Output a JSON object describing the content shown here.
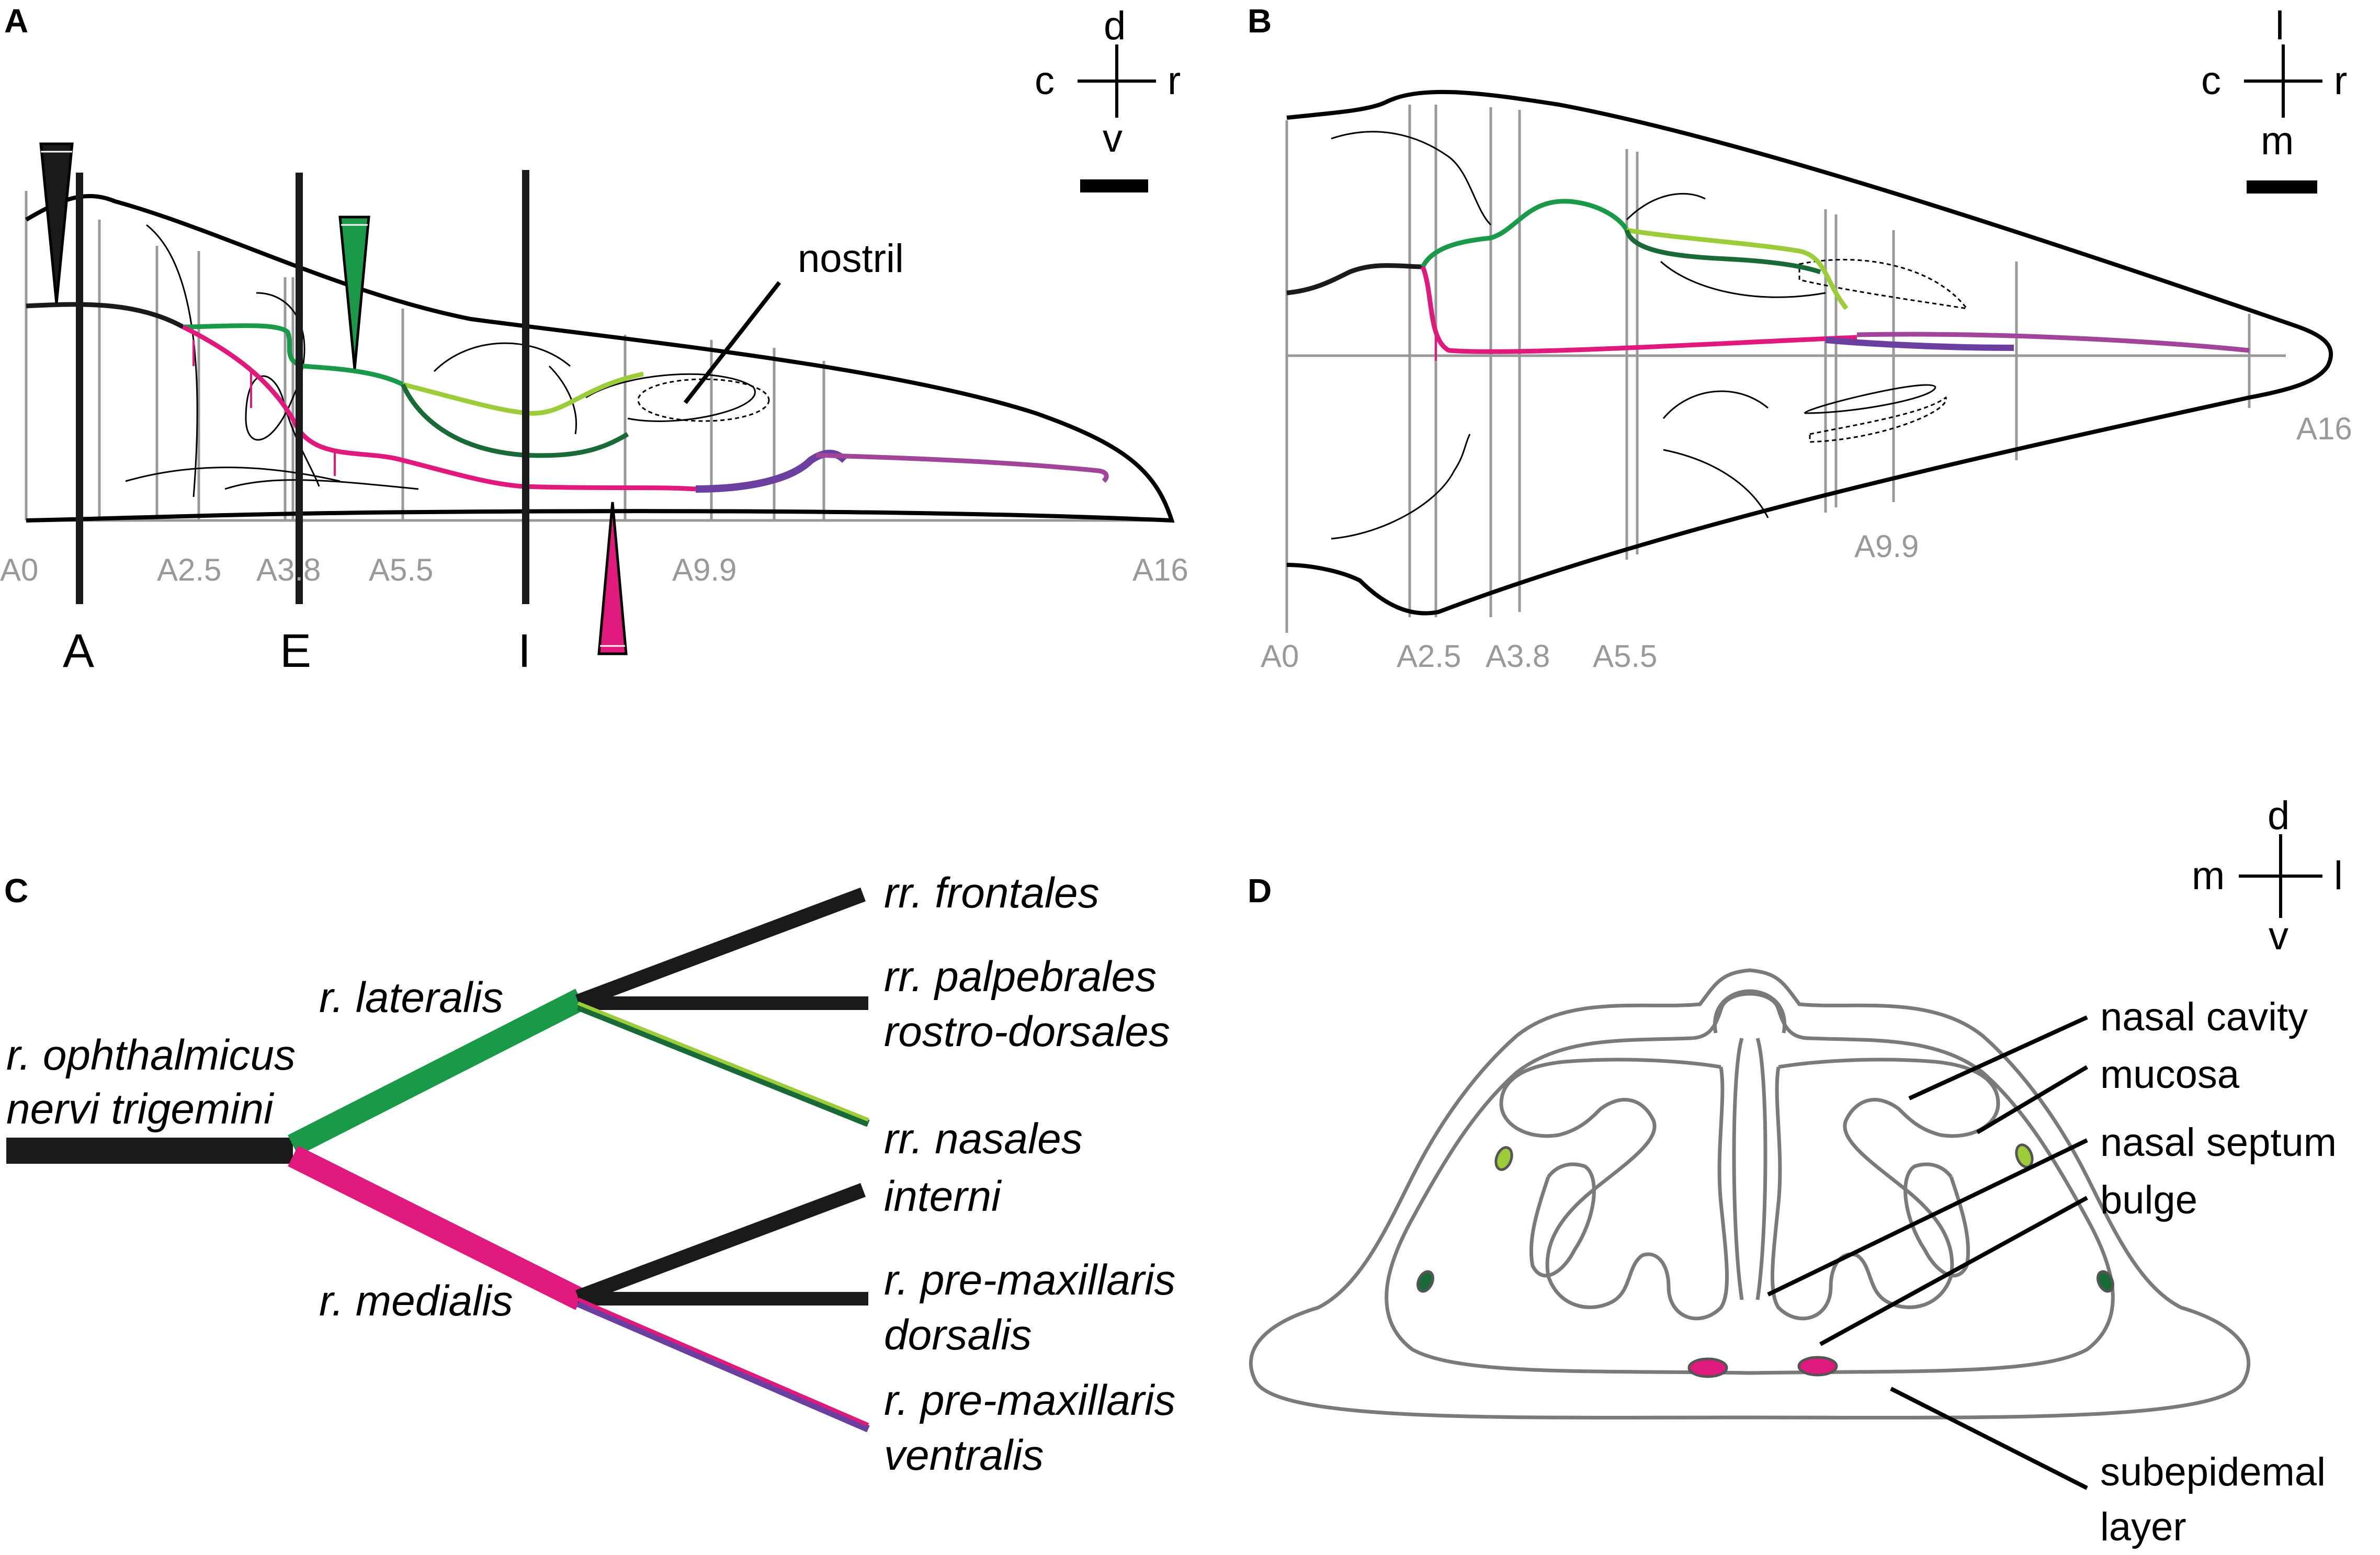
{
  "panels": {
    "a": {
      "letter": "A",
      "compass": {
        "top": "d",
        "left": "c",
        "right": "r",
        "bottom": "v"
      },
      "axis_ticks": [
        "A0",
        "A2.5",
        "A3.8",
        "A5.5",
        "A9.9",
        "A16"
      ],
      "section_labels": [
        "A",
        "E",
        "I"
      ],
      "nostril_label": "nostril"
    },
    "b": {
      "letter": "B",
      "compass": {
        "top": "l",
        "left": "c",
        "right": "r",
        "bottom": "m"
      },
      "axis_ticks": [
        "A0",
        "A2.5",
        "A3.8",
        "A5.5",
        "A9.9",
        "A16"
      ]
    },
    "c": {
      "letter": "C",
      "trunk_lines": [
        "r. ophthalmicus",
        "nervi trigemini"
      ],
      "lateralis": "r. lateralis",
      "medialis": "r. medialis",
      "frontales": "rr. frontales",
      "palpebrales": [
        "rr. palpebrales",
        "rostro-dorsales"
      ],
      "nasales": [
        "rr. nasales",
        "interni"
      ],
      "premax_dorsalis": [
        "r. pre-maxillaris",
        "dorsalis"
      ],
      "premax_ventralis": [
        "r. pre-maxillaris",
        "ventralis"
      ]
    },
    "d": {
      "letter": "D",
      "compass": {
        "top": "d",
        "left": "m",
        "right": "l",
        "bottom": "v"
      },
      "labels": {
        "nasal_cavity": "nasal cavity",
        "mucosa": "mucosa",
        "nasal_septum": "nasal septum",
        "bulge": "bulge",
        "subepidermal": [
          "subepidemal",
          "layer"
        ]
      }
    }
  },
  "colors": {
    "green": "#1a9a48",
    "dark_green": "#1a6a38",
    "light_green": "#9ccc3a",
    "magenta": "#e0197d",
    "purple": "#6b3fa0",
    "mauve": "#a0459a",
    "black": "#1a1a1a",
    "grey": "#999999",
    "outline_grey": "#7a7a7a"
  }
}
